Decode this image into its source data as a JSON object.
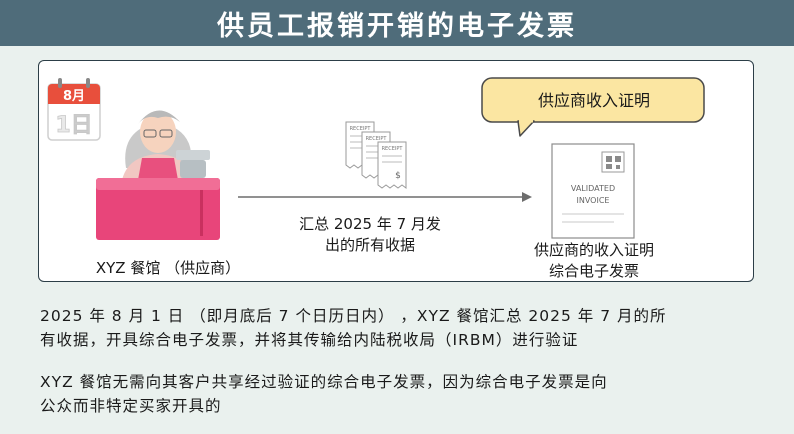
{
  "header": {
    "title": "供员工报销开销的电子发票"
  },
  "calendar": {
    "month": "8月",
    "day": "1日"
  },
  "supplier": {
    "label": "XYZ 餐馆 （供应商）"
  },
  "receipts": {
    "tag": "RECEIPT",
    "symbol": "$"
  },
  "arrow": {
    "label_line1": "汇总 2025 年 7 月发",
    "label_line2": "出的所有收据"
  },
  "bubble": {
    "text": "供应商收入证明"
  },
  "invoice": {
    "line1": "VALIDATED",
    "line2": "INVOICE",
    "caption_line1": "供应商的收入证明",
    "caption_line2": "综合电子发票"
  },
  "paragraphs": [
    {
      "line1": "2025 年 8 月 1 日 （即月底后 7 个日历日内） ，XYZ 餐馆汇总 2025 年 7 月的所",
      "line2": "有收据，开具综合电子发票，并将其传输给内陆税收局（IRBM）进行验证"
    },
    {
      "line1": "XYZ 餐馆无需向其客户共享经过验证的综合电子发票，因为综合电子发票是向",
      "line2": "公众而非特定买家开具的"
    }
  ],
  "colors": {
    "header": "#4f6c7a",
    "background": "#eaf1ee",
    "counter": "#e8457a",
    "bubble": "#fbe6a2",
    "calendar": "#e84f3c"
  }
}
